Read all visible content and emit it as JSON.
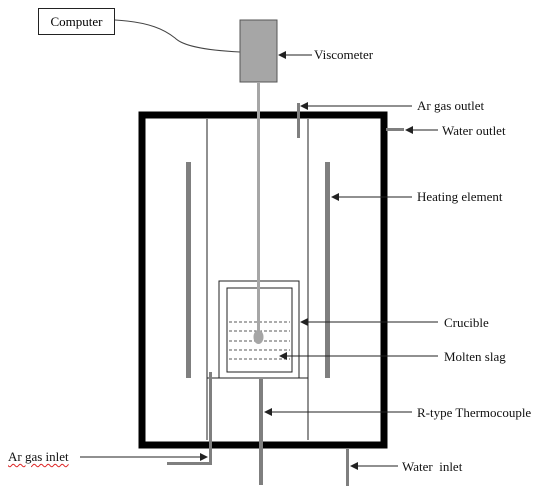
{
  "labels": {
    "computer": "Computer",
    "viscometer": "Viscometer",
    "ar_gas_outlet": "Ar gas outlet",
    "water_outlet": "Water outlet",
    "heating_element": "Heating element",
    "crucible": "Crucible",
    "molten_slag": "Molten slag",
    "thermocouple": "R-type Thermocouple",
    "ar_gas_inlet": "Ar gas inlet",
    "water_inlet": "Water  inlet"
  },
  "colors": {
    "furnace_wall": "#000000",
    "element": "#7f7f7f",
    "viscometer": "#a6a6a6",
    "line": "#222222"
  }
}
